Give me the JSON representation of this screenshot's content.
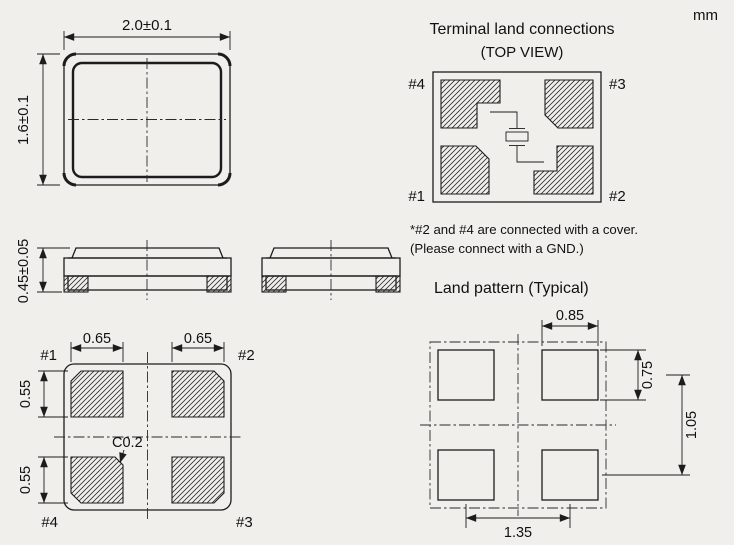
{
  "units_label": "mm",
  "package_top_view": {
    "width_dim": "2.0±0.1",
    "height_dim": "1.6±0.1"
  },
  "side_view": {
    "height_dim": "0.45±0.05"
  },
  "terminal_land_connections": {
    "title": "Terminal land connections",
    "subtitle": "(TOP VIEW)",
    "pin_top_left": "#4",
    "pin_top_right": "#3",
    "pin_bottom_left": "#1",
    "pin_bottom_right": "#2",
    "note_line1": "*#2 and #4 are connected with a cover.",
    "note_line2": "(Please connect with a GND.)"
  },
  "bottom_view": {
    "pin_top_left": "#1",
    "pin_top_right": "#2",
    "pin_bottom_left": "#4",
    "pin_bottom_right": "#3",
    "pad_width_left_dim": "0.65",
    "pad_width_right_dim": "0.65",
    "pad_height_top_dim": "0.55",
    "pad_height_bottom_dim": "0.55",
    "chamfer_dim": "C0.2"
  },
  "land_pattern": {
    "title": "Land pattern (Typical)",
    "pad_width_dim": "0.85",
    "pad_height_dim": "0.75",
    "vertical_pitch_dim": "1.05",
    "horizontal_pitch_dim": "1.35"
  },
  "colors": {
    "background": "#f0efec",
    "line": "#1c1c1c",
    "text": "#111111"
  }
}
